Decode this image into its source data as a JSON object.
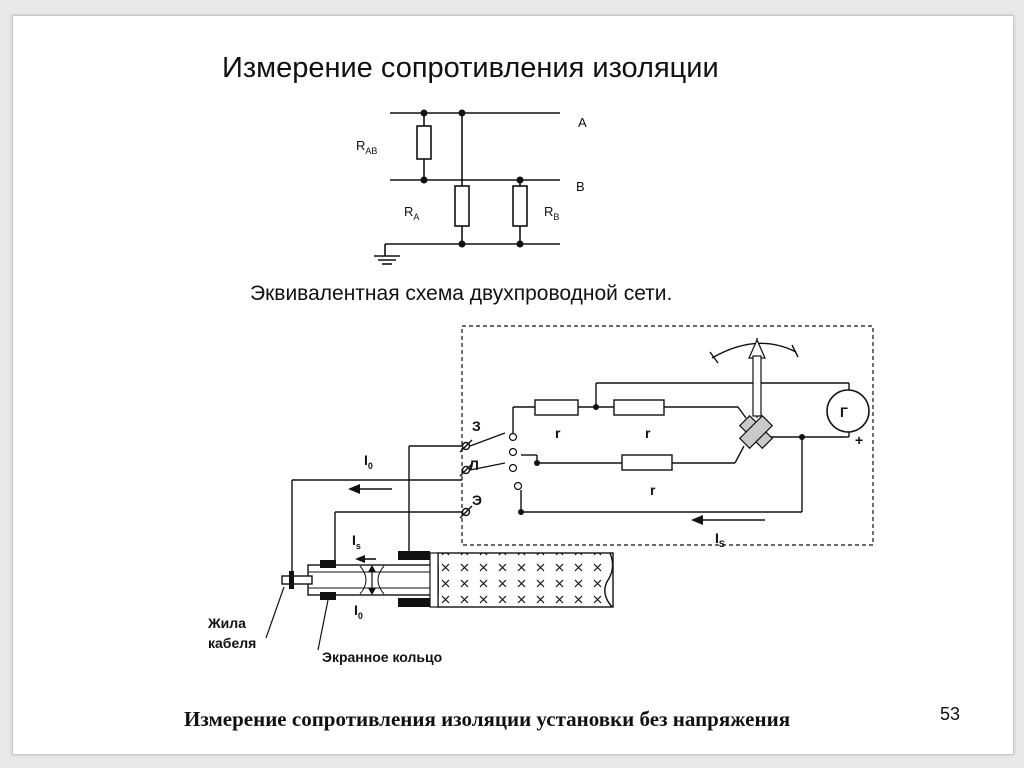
{
  "slide": {
    "title": "Измерение сопротивления изоляции",
    "subtitle": "Эквивалентная схема двухпроводной сети.",
    "footer": "Измерение сопротивления изоляции установки без напряжения",
    "page_number": "53"
  },
  "network": {
    "line_a": "A",
    "line_b": "B",
    "r_ab": {
      "main": "R",
      "sub": "AB"
    },
    "r_a": {
      "main": "R",
      "sub": "A"
    },
    "r_b": {
      "main": "R",
      "sub": "B"
    }
  },
  "meter": {
    "terminal_z": "З",
    "terminal_l": "Л",
    "terminal_e": "Э",
    "resistor_1": "r",
    "resistor_2": "r",
    "resistor_3": "r",
    "generator": "Г",
    "plus": "+",
    "current_i0": {
      "main": "I",
      "sub": "0"
    },
    "current_is": {
      "main": "I",
      "sub": "S"
    }
  },
  "cable": {
    "current_is": {
      "main": "I",
      "sub": "s"
    },
    "current_i0": {
      "main": "I",
      "sub": "0"
    },
    "core_label_line1": "Жила",
    "core_label_line2": "кабеля",
    "screen_ring_label": "Экранное кольцо"
  }
}
